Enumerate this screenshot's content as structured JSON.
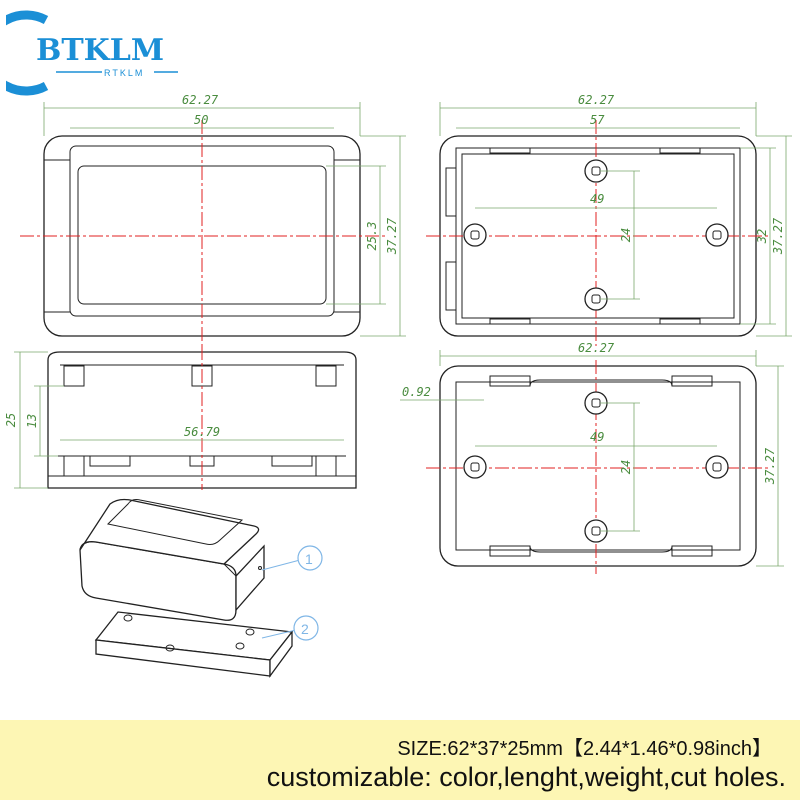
{
  "logo": {
    "brand": "BTKLM",
    "sub": "RTKLM",
    "color": "#1b8fd6"
  },
  "views": {
    "top_left": {
      "width": "62.27",
      "inner_width": "50",
      "inner_height": "25.3",
      "height": "37.27"
    },
    "top_right": {
      "width": "62.27",
      "inner_width": "57",
      "hole_spacing_x": "49",
      "hole_spacing_y": "24",
      "inner_height": "32",
      "height": "37.27"
    },
    "side": {
      "height": "25",
      "wall_height": "13",
      "inner_length": "56.79"
    },
    "bottom": {
      "width": "62.27",
      "offset": "0.92",
      "hole_spacing_x": "49",
      "hole_spacing_y": "24",
      "height": "37.27"
    },
    "callouts": [
      "1",
      "2"
    ]
  },
  "footer": {
    "size_line": "SIZE:62*37*25mm【2.44*1.46*0.98inch】",
    "custom_line": "customizable: color,lenght,weight,cut holes."
  },
  "colors": {
    "dimension": "#4a8c3f",
    "centerline": "#e02020",
    "callout": "#7fb6e6",
    "footer_bg": "#fdf6b4"
  }
}
